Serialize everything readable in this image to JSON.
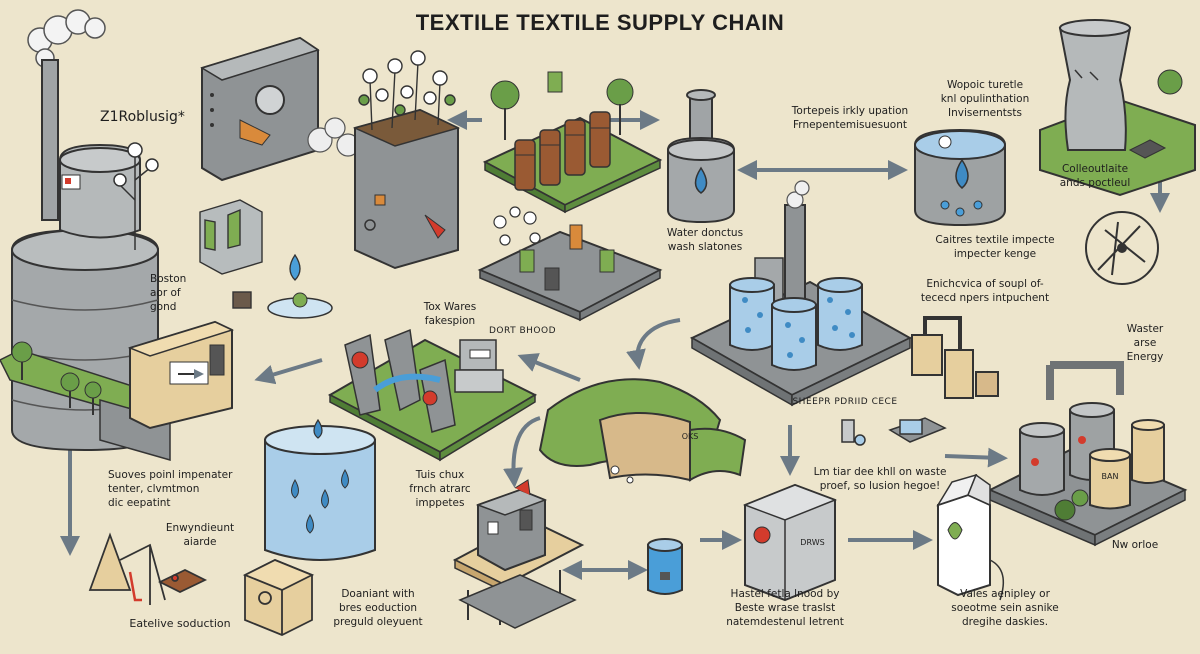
{
  "title": "TEXTILE TEXTILE SUPPLY CHAIN",
  "labels": {
    "roblusig": "Z1Roblusig*",
    "boston": "Boston\naor of\ngond",
    "tox_wares": "Tox Wares\nfakespion",
    "dort": "DORT BHOOD",
    "tortepeis": "Tortepeis irkly upation\nFrnepentemisuesuont",
    "water_donctus": "Water donctus\nwash slatones",
    "wopoic": "Wopoic turetle\nknl opulinthation\nInvisernentsts",
    "colleoutlate": "Colleoutlaite\nands poctleul",
    "caitres": "Caitres textile impecte\nimpecter kenge",
    "enichcvica": "Enichcvica of soupl of-\ntececd npers intpuchent",
    "sheepr": "SHEEPR PDRIID CECE",
    "waster": "Waster\narse\nEnergy",
    "suoves": "Suoves poinl impenater\ntenter, clvmtmon\ndic eepatint",
    "enwyndieunt": "Enwyndieunt\naiarde",
    "eatelive": "Eatelive soduction",
    "tuis_chux": "Tuis chux\nfrnch atrarc\nimppetes",
    "doaniant": "Doaniant with\nbres eoduction\npreguld oleyuent",
    "lm_tiar": "Lm tiar dee khll on waste\nproef, so lusion hegoe!",
    "hastel": "Hastel fetla lnood by\nBeste wrase traslst\nnatemdestenul Ietrent",
    "vaies": "Vaies aenipley or\nsoeotme sein asnike\ndregihe daskies.",
    "nw_orloe": "Nw orloe",
    "box_drws": "DRWS",
    "box_ban": "BAN",
    "box_oks": "OKS"
  },
  "colors": {
    "background": "#ede5cc",
    "stone": "#9ea2a3",
    "stone_dark": "#6f7375",
    "grass": "#7fad52",
    "grass_dark": "#4f7d35",
    "water": "#a9cde8",
    "water_dark": "#3f8bc4",
    "wood": "#d7b98a",
    "barrel": "#9a5a33",
    "tan": "#e6cf9e",
    "arrow": "#6c7a86",
    "red": "#d33b2c",
    "ink": "#222222"
  },
  "icons": [
    "factory-icon",
    "cotton-plant-icon",
    "water-drop-icon",
    "barrel-icon",
    "tank-icon",
    "arrow-icon",
    "tree-icon",
    "carton-icon",
    "box-icon",
    "pipe-icon",
    "cooling-tower-icon"
  ]
}
